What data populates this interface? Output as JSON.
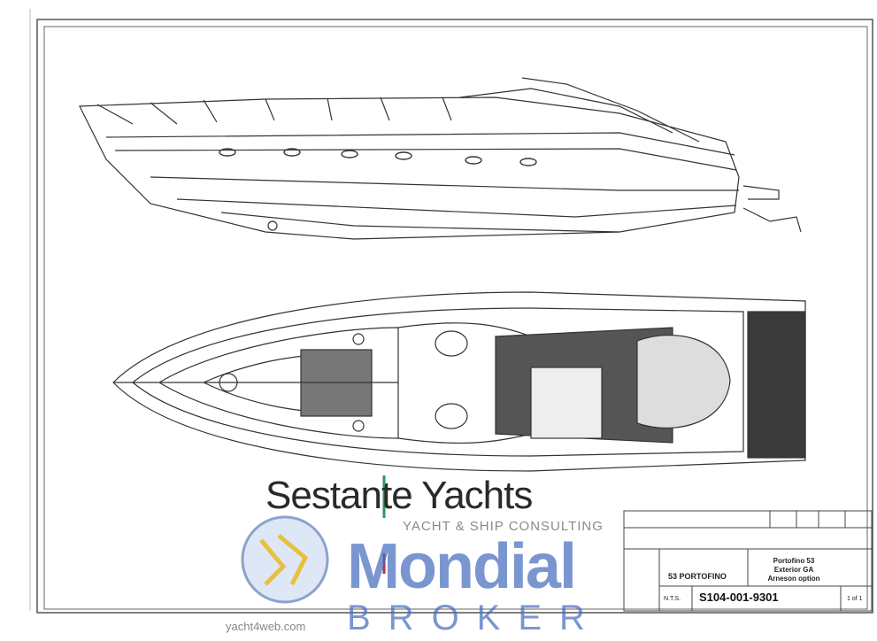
{
  "drawing": {
    "project": "53 PORTOFINO",
    "title_lines": [
      "Portofino 53",
      "Exterior GA",
      "Arneson option"
    ],
    "drawing_number": "S104-001-9301",
    "sheet": "1 of 1",
    "scale": "N.T.S."
  },
  "watermarks": {
    "sestante": "Sestante Yachts",
    "sestante_sub": "YACHT & SHIP CONSULTING",
    "mondial": "Mondial",
    "broker": "BROKER",
    "site": "yacht4web.com"
  },
  "colors": {
    "line": "#333333",
    "deck": "#3a3a3a",
    "mondial_blue": "#466ebe"
  }
}
